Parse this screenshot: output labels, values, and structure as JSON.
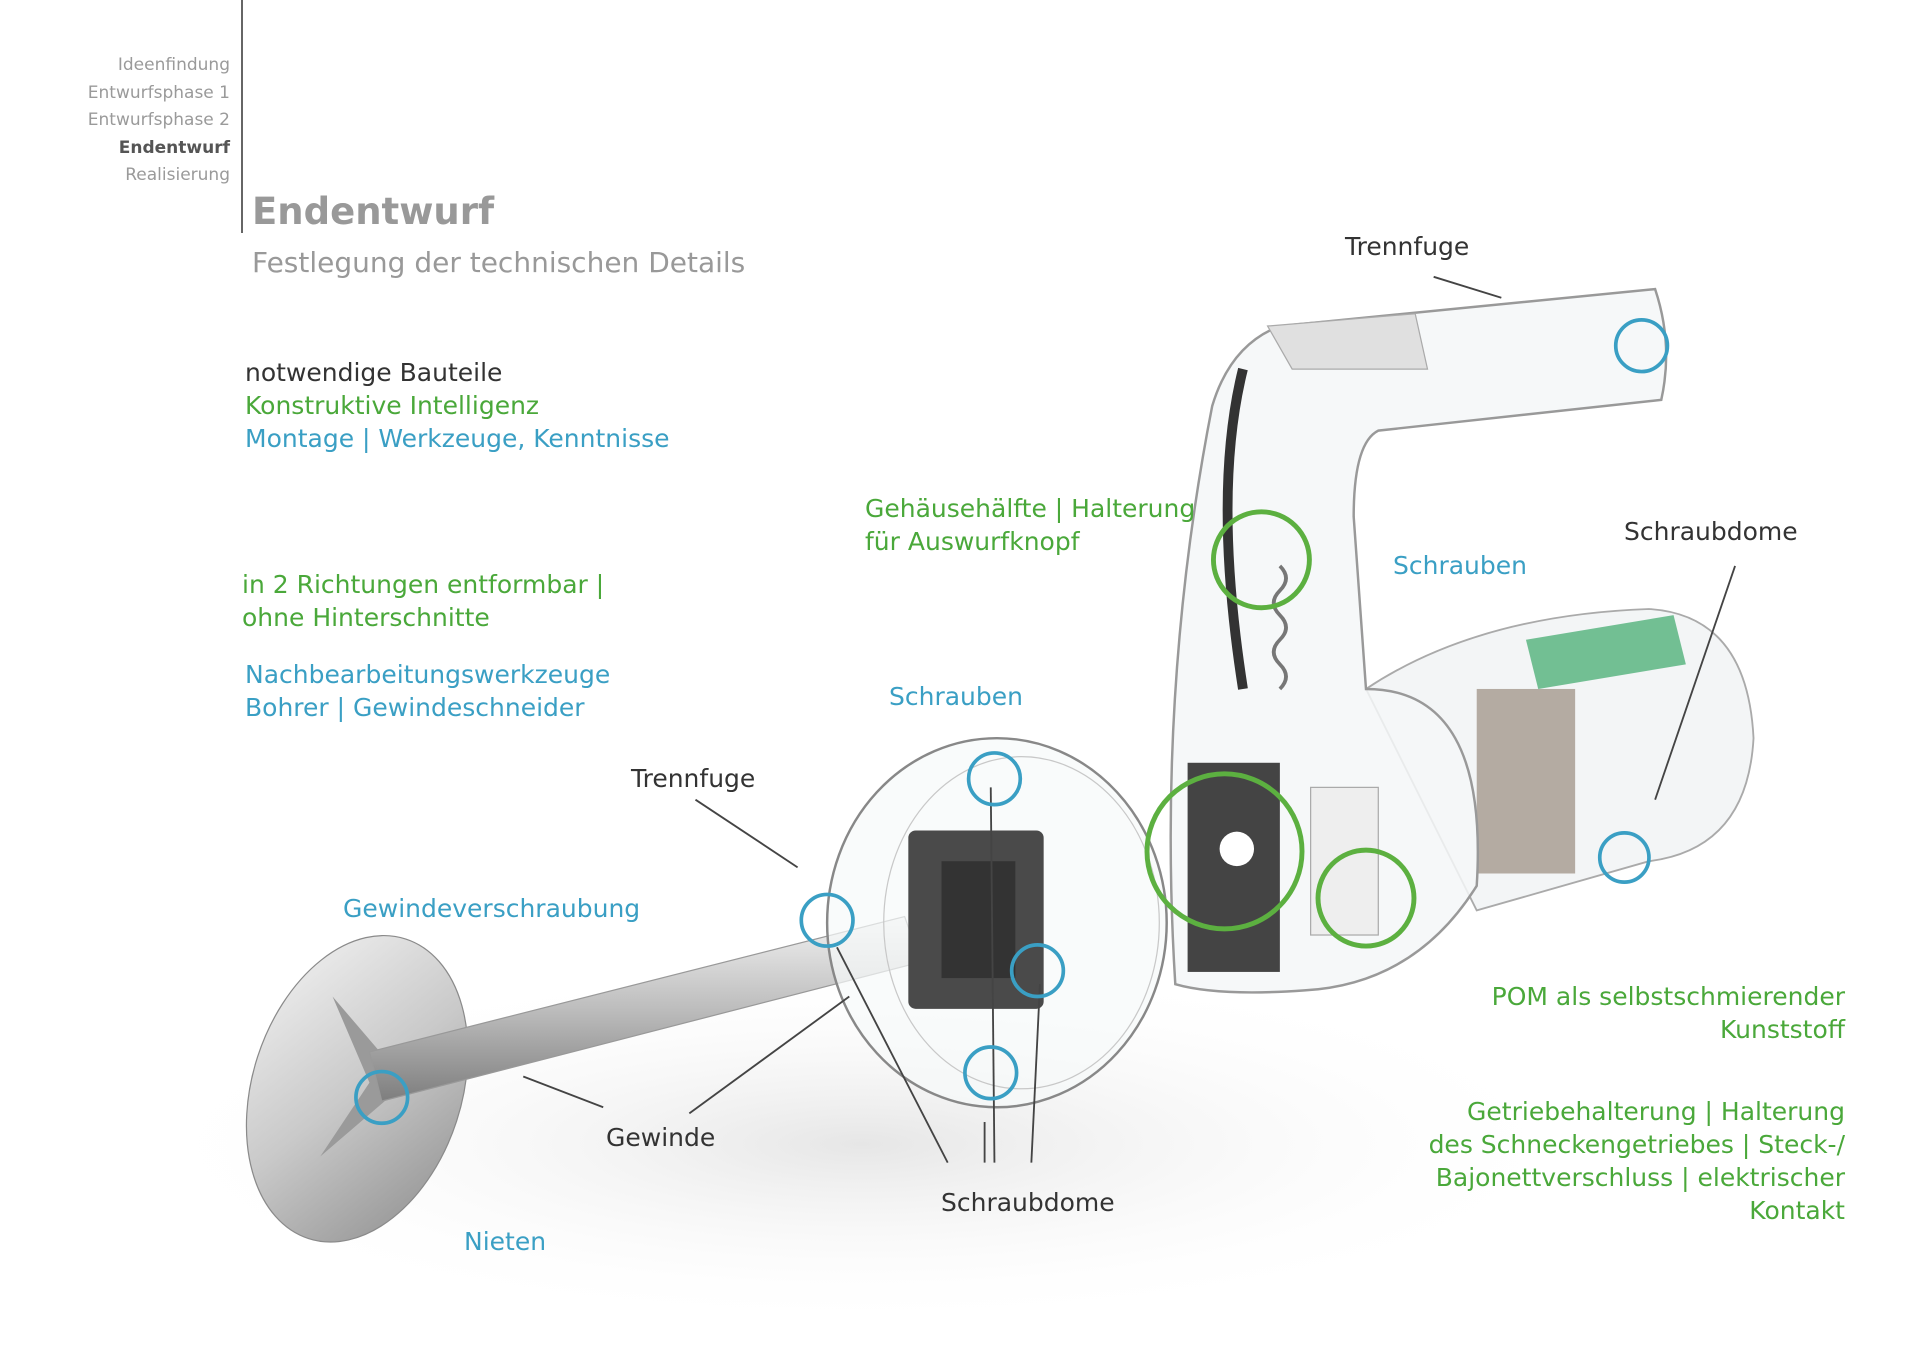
{
  "nav": {
    "items": [
      "Ideenfindung",
      "Entwurfsphase 1",
      "Entwurfsphase 2",
      "Endentwurf",
      "Realisierung"
    ],
    "active": "Endentwurf"
  },
  "header": {
    "title": "Endentwurf",
    "subtitle": "Festlegung der technischen Details"
  },
  "legend": {
    "line1": "notwendige Bauteile",
    "line2": "Konstruktive Intelligenz",
    "line3": "Montage | Werkzeuge, Kenntnisse"
  },
  "notes": {
    "entformbar": [
      "in 2 Richtungen entformbar |",
      "ohne Hinterschnitte"
    ],
    "werkzeuge": [
      "Nachbearbeitungswerkzeuge",
      "Bohrer | Gewindeschneider"
    ],
    "pom": [
      "POM als selbstschmierender",
      "Kunststoff"
    ],
    "getriebe": [
      "Getriebehalterung | Halterung",
      "des Schneckengetriebes | Steck-/",
      "Bajonettverschluss | elektrischer",
      "Kontakt"
    ]
  },
  "callouts": {
    "trennfuge_top": "Trennfuge",
    "gehaeuse": [
      "Gehäusehälfte | Halterung",
      "für Auswurfknopf"
    ],
    "schrauben_right": "Schrauben",
    "schraubdome_right": "Schraubdome",
    "schrauben_mid": "Schrauben",
    "trennfuge_mid": "Trennfuge",
    "gewindeverschraubung": "Gewindeverschraubung",
    "gewinde": "Gewinde",
    "nieten": "Nieten",
    "schraubdome_bottom": "Schraubdome"
  },
  "colors": {
    "green": "#4aa83a",
    "blue": "#3a9fc4",
    "gray": "#999999"
  }
}
